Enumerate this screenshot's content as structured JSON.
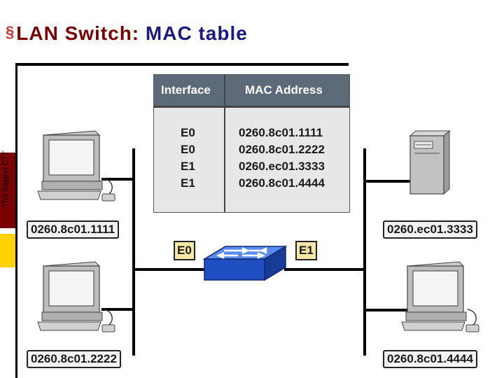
{
  "title": {
    "bullet": "§",
    "part1": "LAN Switch: ",
    "part2": "MAC table"
  },
  "side_label": "The Saigon CTT",
  "mac_table": {
    "headers": [
      "Interface",
      "MAC Address"
    ],
    "rows": [
      {
        "interface": "E0",
        "mac": "0260.8c01.1111"
      },
      {
        "interface": "E0",
        "mac": "0260.8c01.2222"
      },
      {
        "interface": "E1",
        "mac": "0260.ec01.3333"
      },
      {
        "interface": "E1",
        "mac": "0260.8c01.4444"
      }
    ]
  },
  "ports": {
    "left": "E0",
    "right": "E1"
  },
  "hosts": {
    "top_left": "0260.8c01.1111",
    "bottom_left": "0260.8c01.2222",
    "top_right": "0260.ec01.3333",
    "bottom_right": "0260.8c01.4444"
  },
  "colors": {
    "title_dark_red": "#7a0000",
    "title_navy": "#1a1a80",
    "table_header": "#5c6b77",
    "port_label": "#f5e7a8",
    "switch_blue": "#2a5fd6"
  }
}
